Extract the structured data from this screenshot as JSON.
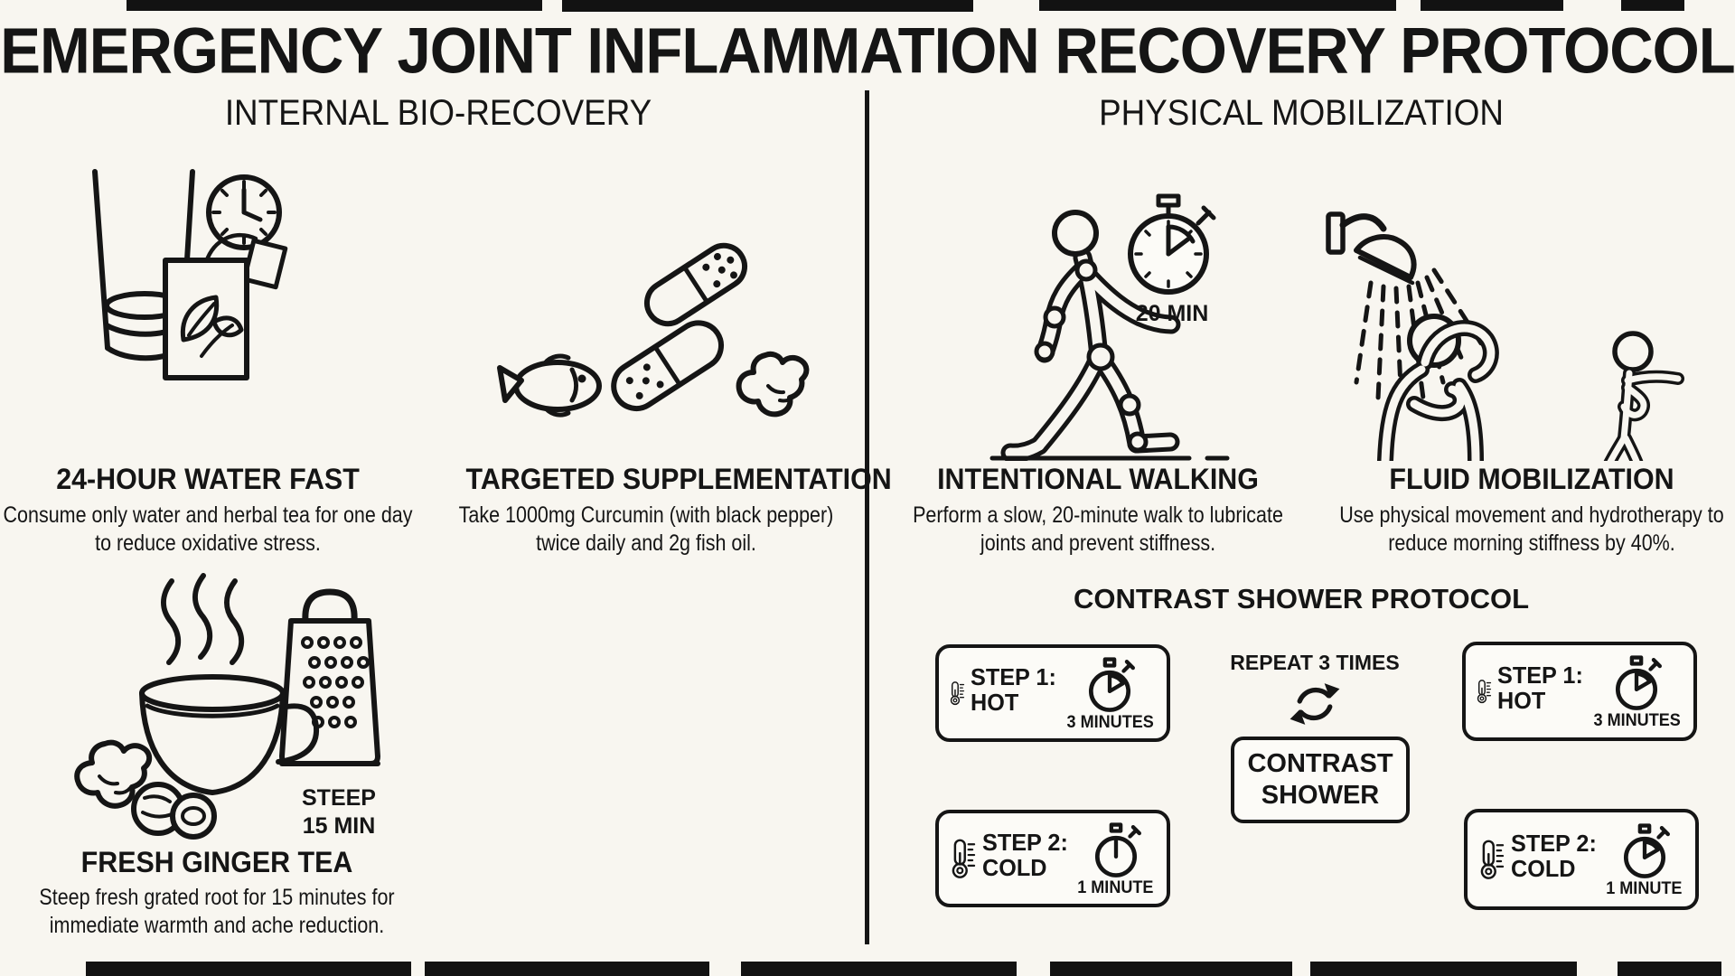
{
  "page": {
    "title": "EMERGENCY JOINT INFLAMMATION RECOVERY PROTOCOL",
    "background_color": "#f8f6f0",
    "ink_color": "#151515"
  },
  "left_column": {
    "header": "INTERNAL BIO-RECOVERY",
    "water_fast": {
      "icon": "water-glass-teabag-clock-icon",
      "title": "24-HOUR WATER FAST",
      "description": "Consume only water and herbal tea for one day to reduce oxidative stress."
    },
    "supplementation": {
      "icon": "fish-capsules-ginger-icon",
      "title": "TARGETED SUPPLEMENTATION",
      "description": "Take 1000mg Curcumin (with black pepper) twice daily and 2g fish oil."
    },
    "ginger_tea": {
      "icon": "steaming-tea-grater-ginger-icon",
      "steep_note_line1": "STEEP",
      "steep_note_line2": "15 MIN",
      "title": "FRESH GINGER TEA",
      "description": "Steep fresh grated root for 15 minutes for immediate warmth and ache reduction."
    }
  },
  "right_column": {
    "header": "PHYSICAL MOBILIZATION",
    "walking": {
      "icon": "walking-figure-joints-icon",
      "timer_icon": "stopwatch-icon",
      "timer_label": "20 MIN",
      "title": "INTENTIONAL WALKING",
      "description": "Perform a slow, 20-minute walk to lubricate joints and prevent stiffness."
    },
    "fluid_mobilization": {
      "icon": "shower-hydrotherapy-figures-icon",
      "title": "FLUID MOBILIZATION",
      "description": "Use physical movement and hydrotherapy to reduce morning stiffness by 40%."
    },
    "contrast_protocol": {
      "header": "CONTRAST SHOWER PROTOCOL",
      "repeat_label": "REPEAT 3 TIMES",
      "repeat_icon": "cycle-arrows-icon",
      "contrast_box_line1": "CONTRAST",
      "contrast_box_line2": "SHOWER",
      "step_hot": {
        "thermometer_icon": "thermometer-icon",
        "timer_icon": "stopwatch-icon",
        "step_label": "STEP 1:",
        "temp_label": "HOT",
        "duration": "3 MINUTES"
      },
      "step_cold": {
        "thermometer_icon": "thermometer-icon",
        "timer_icon": "stopwatch-icon",
        "step_label": "STEP 2:",
        "temp_label": "COLD",
        "duration": "1 MINUTE"
      }
    }
  }
}
